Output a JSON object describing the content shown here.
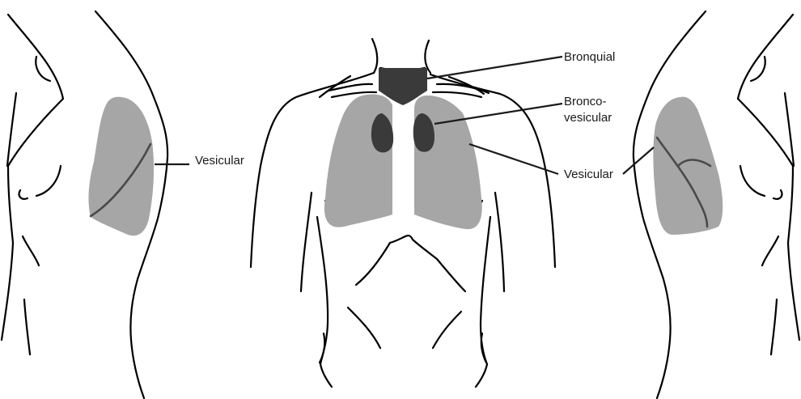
{
  "colors": {
    "outline": "#000000",
    "vesicular_zone": "#a6a6a6",
    "bronchial_zone": "#3a3a3a",
    "fissure": "#4a4a4a",
    "leader": "#1a1a1a"
  },
  "labels": {
    "left_lateral_vesicular": "Vesicular",
    "bronquial": "Bronquial",
    "bronco_line1": "Bronco-",
    "bronco_line2": "vesicular",
    "front_vesicular": "Vesicular"
  }
}
